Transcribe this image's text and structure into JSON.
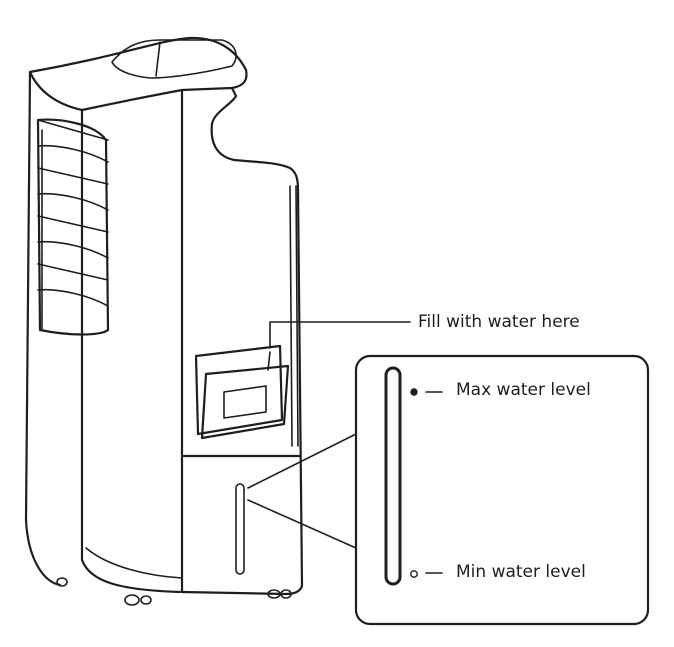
{
  "labels": {
    "fill": "Fill with water here",
    "max": "Max water level",
    "min": "Min water level"
  },
  "colors": {
    "line": "#1e1e1e",
    "background": "#ffffff"
  }
}
